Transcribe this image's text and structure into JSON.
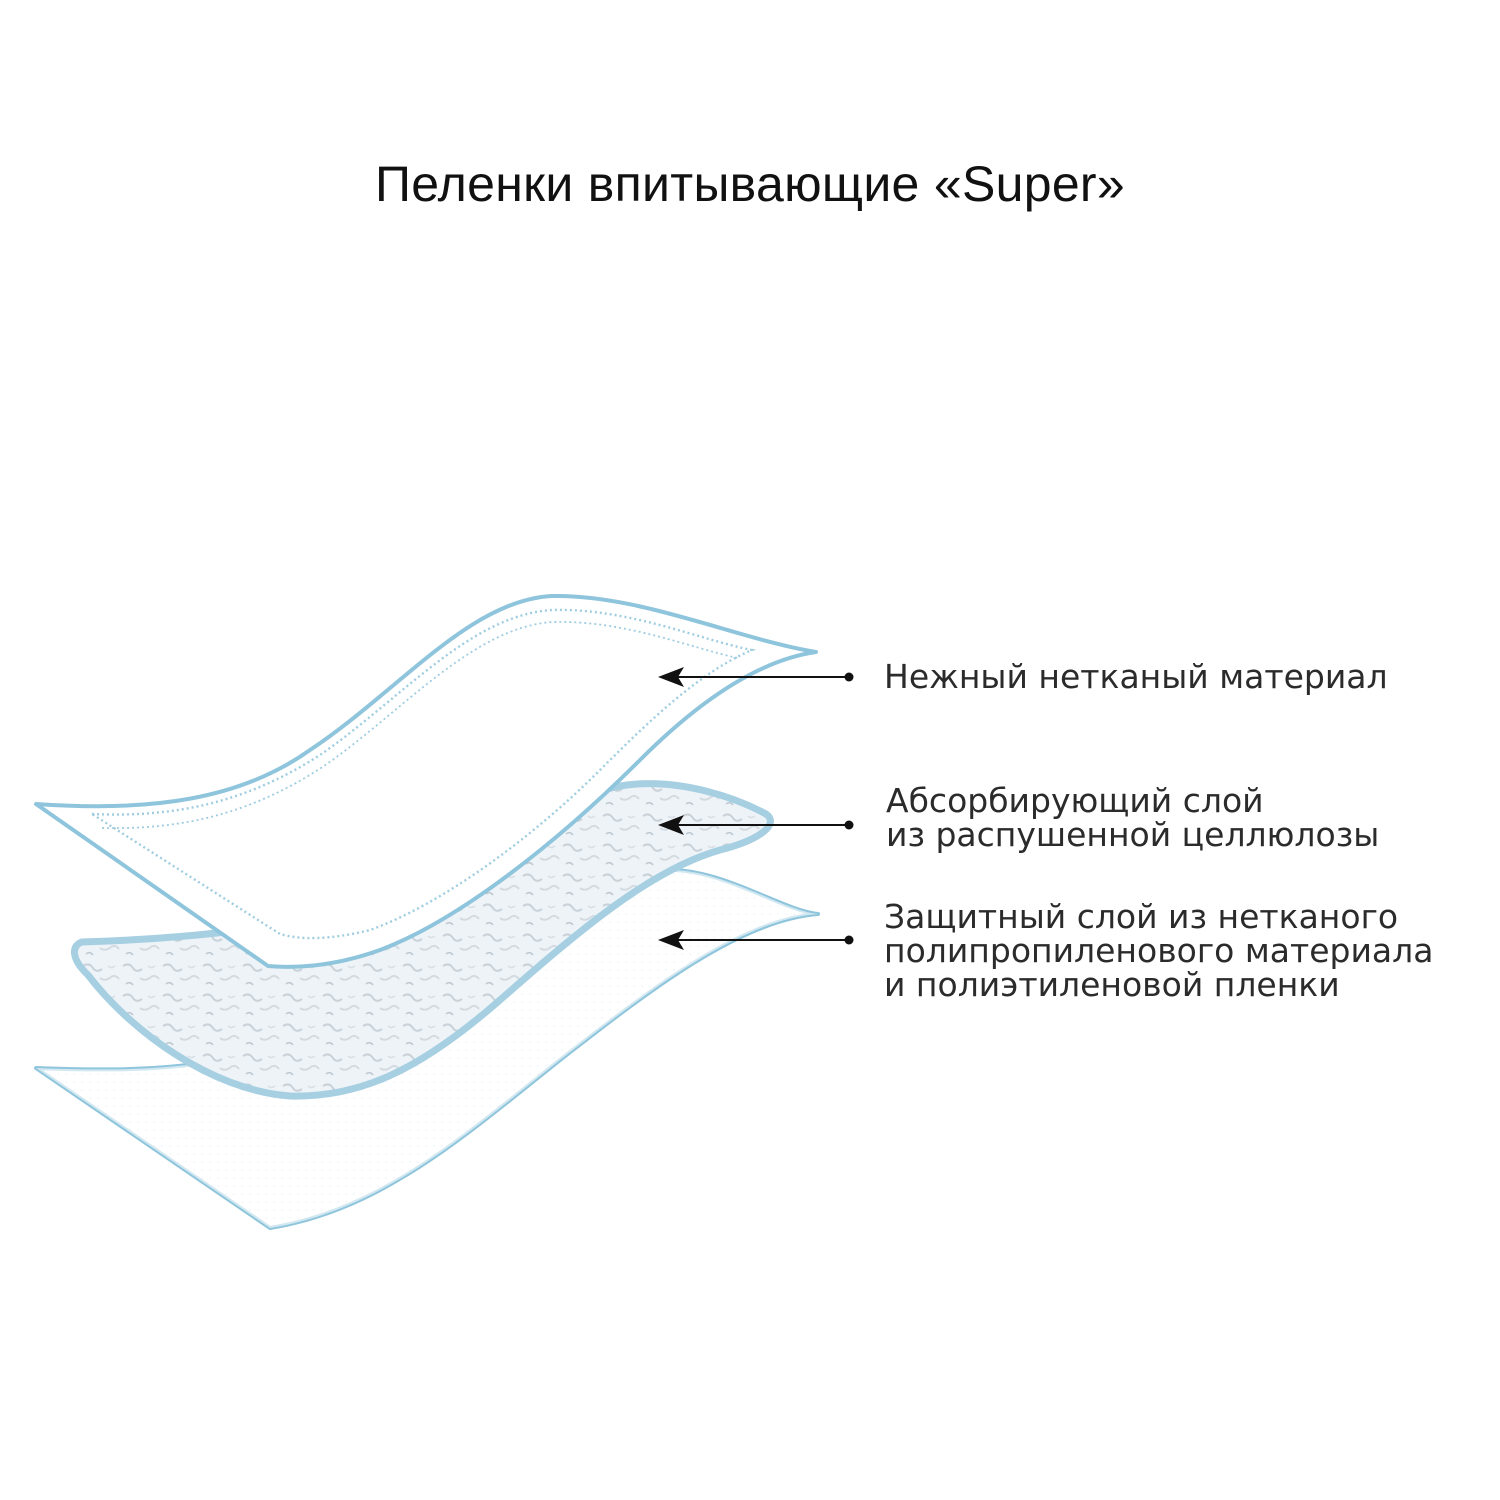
{
  "title": "Пеленки впитывающие «Super»",
  "layers": [
    {
      "lines": [
        "Нежный нетканый материал"
      ]
    },
    {
      "lines": [
        "Абсорбирующий слой",
        "из распушенной целлюлозы"
      ]
    },
    {
      "lines": [
        "Защитный слой из нетканого",
        "полипропиленового материала",
        "и полиэтиленовой пленки"
      ]
    }
  ],
  "colors": {
    "outline": "#8ec5dc",
    "fill": "#ffffff",
    "absorbent": "#e6eef3",
    "arrow": "#111111",
    "text": "#2b2b2b"
  }
}
